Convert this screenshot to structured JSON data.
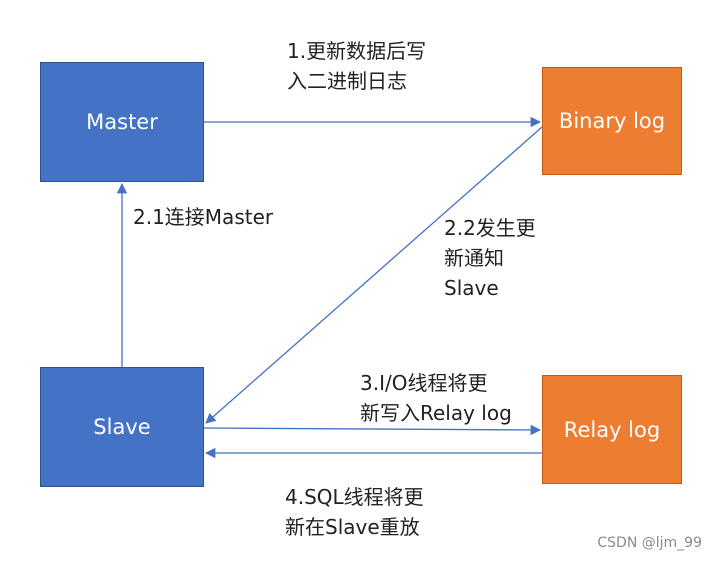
{
  "nodes": {
    "master": "Master",
    "binary_log": "Binary log",
    "slave": "Slave",
    "relay_log": "Relay log"
  },
  "steps": {
    "step1": [
      "1.更新数据后写",
      "入二进制日志"
    ],
    "step2_1": [
      "2.1连接Master"
    ],
    "step2_2": [
      "2.2发生更",
      "新通知",
      "Slave"
    ],
    "step3": [
      "3.I/O线程将更",
      "新写入Relay log"
    ],
    "step4": [
      "4.SQL线程将更",
      "新在Slave重放"
    ]
  },
  "watermark": "CSDN @ljm_99",
  "colors": {
    "master_slave_fill": "#4472c4",
    "log_fill": "#ed7d31",
    "arrow": "#4472c4"
  }
}
